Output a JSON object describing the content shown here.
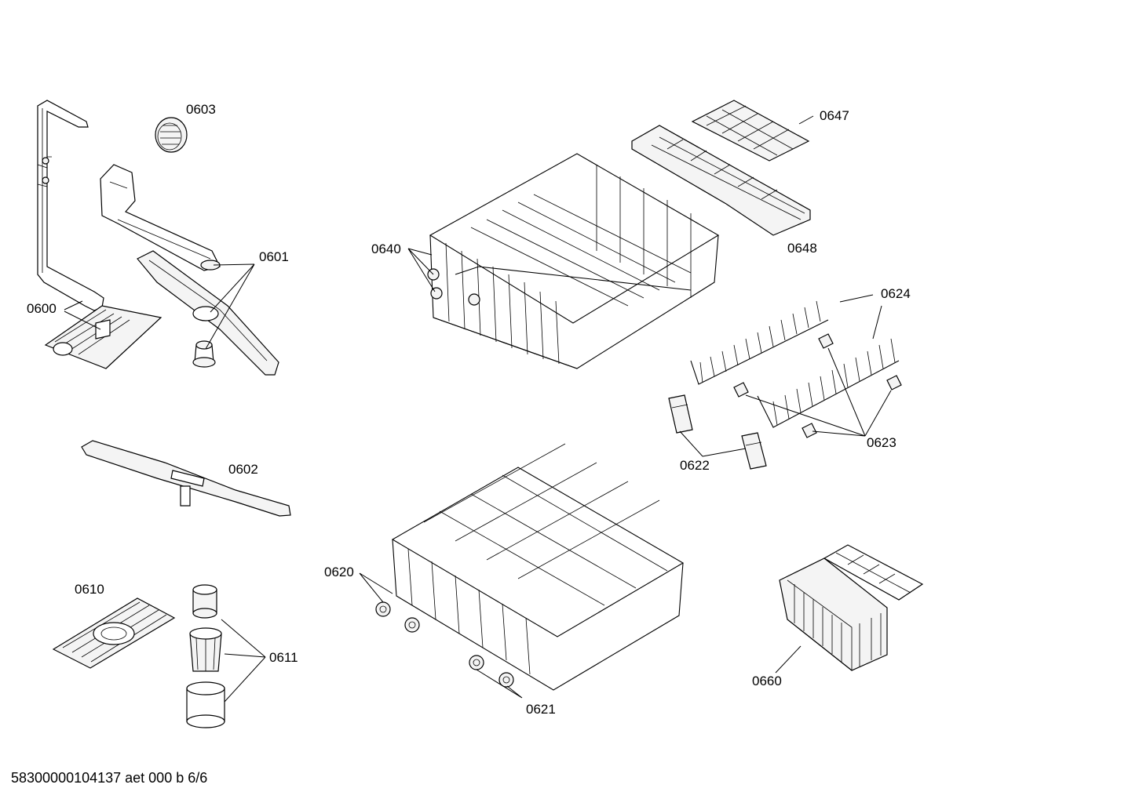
{
  "labels": {
    "p0600": "0600",
    "p0601": "0601",
    "p0602": "0602",
    "p0603": "0603",
    "p0610": "0610",
    "p0611": "0611",
    "p0620": "0620",
    "p0621": "0621",
    "p0622": "0622",
    "p0623": "0623",
    "p0624": "0624",
    "p0640": "0640",
    "p0647": "0647",
    "p0648": "0648",
    "p0660": "0660"
  },
  "footer": {
    "doc_code": "58300000104137 aet 000 b 6/6"
  }
}
